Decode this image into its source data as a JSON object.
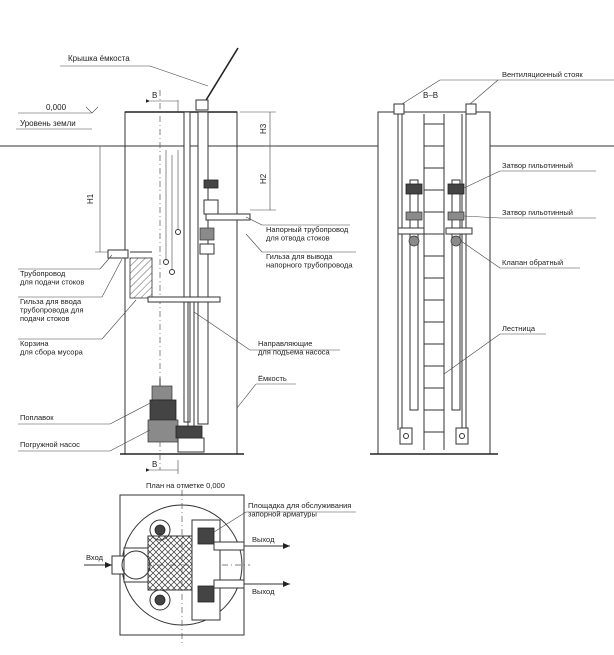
{
  "section_left": {
    "cover_label": "Крышка ёмкоста",
    "section_mark": "В",
    "level_value": "0,000",
    "ground_label": "Уровень земли",
    "dim_h1": "H1",
    "dim_h2": "H2",
    "dim_h3": "H3",
    "label_pressure_pipe": "Напорный трубопровод\nдля отвода стоков",
    "label_sleeve_outlet": "Гильза для вывода\nнапорного трубопровода",
    "label_inlet_pipe": "Трубопровод\nдля подачи стоков",
    "label_sleeve_inlet": "Гильза для ввода\nтрубопровода для\nподачи стоков",
    "label_basket": "Корзина\nдля сбора мусора",
    "label_guides": "Направляющие\nдля подъема насоса",
    "label_tank": "Ёмкость",
    "label_float": "Поплавок",
    "label_pump": "Погружной насос"
  },
  "section_right": {
    "title": "В–В",
    "label_vent": "Вентиляционный стояк",
    "label_gate1": "Затвор гильотинный",
    "label_gate2": "Затвор гильотинный",
    "label_check": "Клапан обратный",
    "label_ladder": "Лестница"
  },
  "plan": {
    "title": "План на отметке 0,000",
    "label_platform": "Площадка для обслуживания\nзапорной арматуры",
    "label_inlet": "Вход",
    "label_outlet1": "Выход",
    "label_outlet2": "Выход"
  }
}
